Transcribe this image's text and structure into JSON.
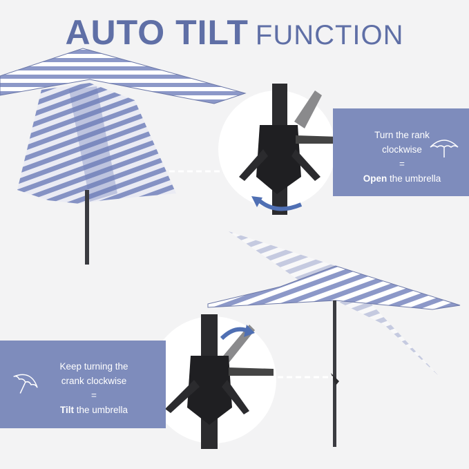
{
  "title": {
    "bold": "AUTO TILT",
    "light": "FUNCTION"
  },
  "open_step": {
    "line1": "Turn the rank",
    "line2": "clockwise",
    "equals": "=",
    "action": "Open",
    "rest": " the umbrella",
    "icon": "umbrella-open-icon"
  },
  "tilt_step": {
    "line1": "Keep turning the",
    "line2": "crank clockwise",
    "equals": "=",
    "action": "Tilt",
    "rest": " the umbrella",
    "icon": "umbrella-tilt-icon"
  },
  "colors": {
    "accent": "#5f6fa6",
    "panel": "#7e8cbc",
    "stripe": "#8c98c8",
    "pole": "#2a2a2c",
    "arrow": "#4f6fb3"
  }
}
